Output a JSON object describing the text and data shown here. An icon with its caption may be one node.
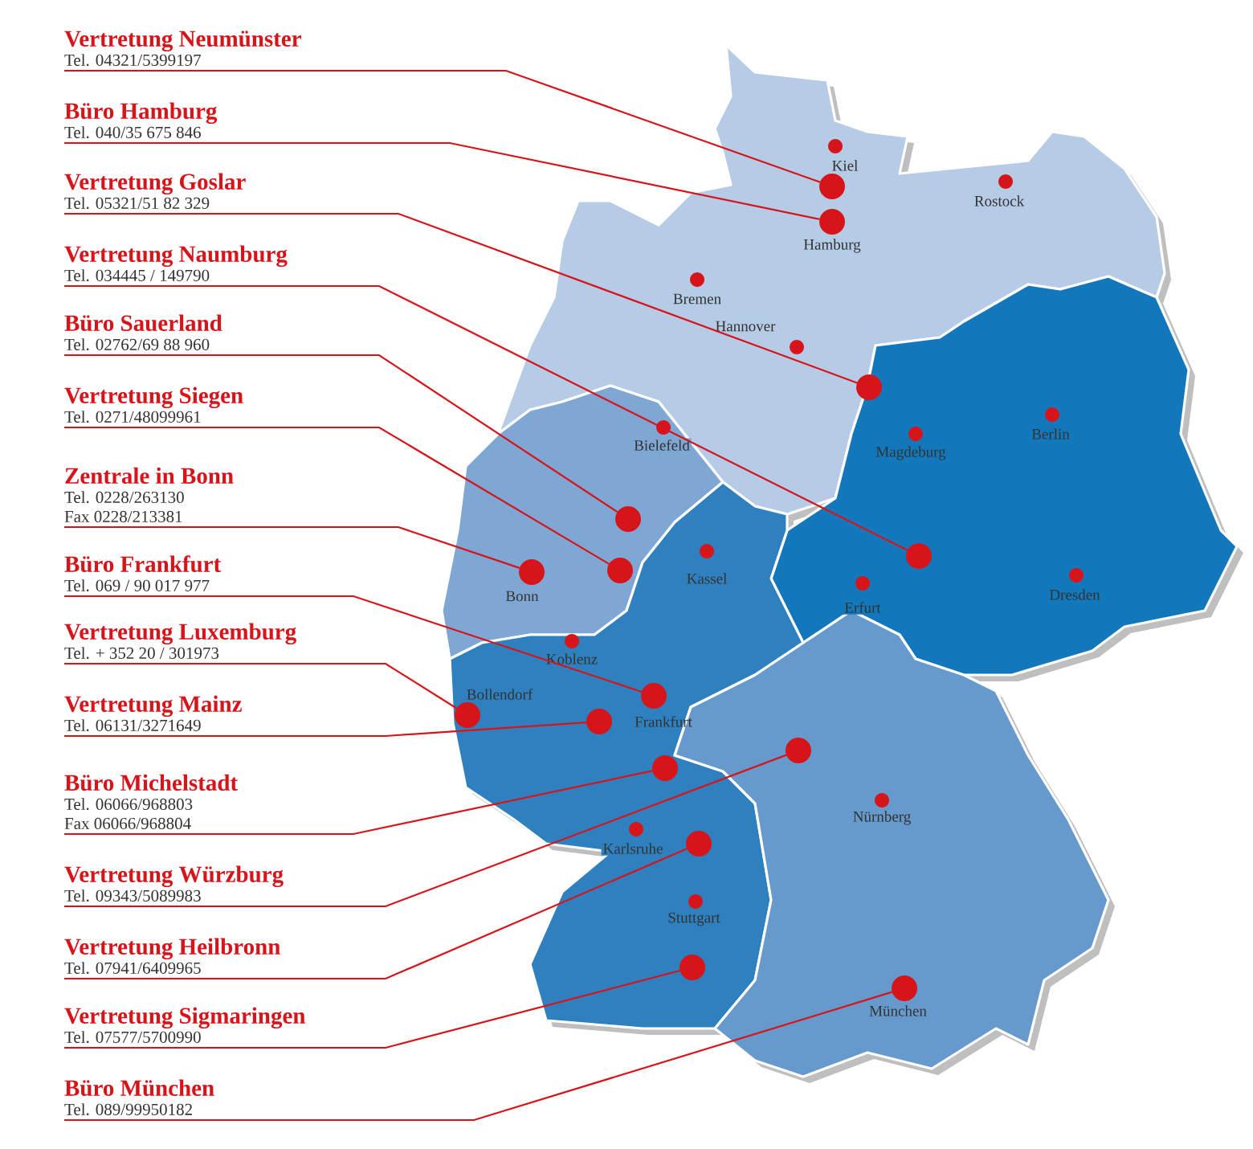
{
  "diagram": {
    "nodes": [
      {
        "text": [
          "Vertretung Neumünster",
          "Tel. 04321/5399197"
        ]
      },
      {
        "text": [
          "Büro Hamburg",
          "Tel. 040/35 675 846"
        ]
      },
      {
        "text": [
          "Vertretung Goslar",
          "Tel. 05321/51 82 329"
        ]
      },
      {
        "text": [
          "Vertretung Naumburg",
          "Tel. 034445 / 149790"
        ]
      },
      {
        "text": [
          "Büro Sauerland",
          "Tel. 02762/69 88 960"
        ]
      },
      {
        "text": [
          "Vertretung Siegen",
          "Tel. 0271/48099961"
        ]
      },
      {
        "text": [
          "Zentrale in Bonn",
          "Tel. 0228/263130",
          "Fax 0228/213381"
        ]
      },
      {
        "text": [
          "Büro Frankfurt",
          "Tel. 069 / 90 017 977"
        ]
      },
      {
        "text": [
          "Vertretung Luxemburg",
          "Tel. + 352 20 / 301973"
        ]
      },
      {
        "text": [
          "Vertretung Mainz",
          "Tel. 06131/3271649"
        ]
      },
      {
        "text": [
          "Büro Michelstadt",
          "Tel. 06066/968803",
          "Fax 06066/968804"
        ]
      },
      {
        "text": [
          "Vertretung Würzburg",
          "Tel. 09343/5089983"
        ]
      },
      {
        "text": [
          "Vertretung Heilbronn",
          "Tel. 07941/6409965"
        ]
      },
      {
        "text": [
          "Vertretung Sigmaringen",
          "Tel. 07577/5700990"
        ]
      },
      {
        "text": [
          "Büro München",
          "Tel. 089/99950182"
        ]
      },
      {
        "text": [],
        "shape": "circle"
      },
      {
        "text": [],
        "shape": "circle",
        "beside": [
          "Hamburg"
        ]
      },
      {
        "text": [],
        "shape": "circle"
      },
      {
        "text": [],
        "shape": "circle"
      },
      {
        "text": [],
        "shape": "circle"
      },
      {
        "text": [],
        "shape": "circle"
      },
      {
        "text": [],
        "shape": "circle",
        "beside": [
          "Bonn"
        ]
      },
      {
        "text": [],
        "shape": "circle",
        "beside": [
          "Frankfurt"
        ]
      },
      {
        "text": [],
        "shape": "circle",
        "beside": [
          "Bollendorf"
        ]
      },
      {
        "text": [],
        "shape": "circle"
      },
      {
        "text": [],
        "shape": "circle"
      },
      {
        "text": [],
        "shape": "circle"
      },
      {
        "text": [],
        "shape": "circle"
      },
      {
        "text": [],
        "shape": "circle"
      },
      {
        "text": [],
        "shape": "circle",
        "beside": [
          "München"
        ]
      }
    ],
    "edges": [
      {
        "from": 0,
        "to": 15,
        "arrow": "none"
      },
      {
        "from": 1,
        "to": 16,
        "arrow": "none"
      },
      {
        "from": 2,
        "to": 17,
        "arrow": "none"
      },
      {
        "from": 3,
        "to": 18,
        "arrow": "none"
      },
      {
        "from": 4,
        "to": 19,
        "arrow": "none"
      },
      {
        "from": 5,
        "to": 20,
        "arrow": "none"
      },
      {
        "from": 6,
        "to": 21,
        "arrow": "none"
      },
      {
        "from": 7,
        "to": 22,
        "arrow": "none"
      },
      {
        "from": 8,
        "to": 23,
        "arrow": "none"
      },
      {
        "from": 9,
        "to": 24,
        "arrow": "none"
      },
      {
        "from": 10,
        "to": 25,
        "arrow": "none"
      },
      {
        "from": 11,
        "to": 26,
        "arrow": "none"
      },
      {
        "from": 12,
        "to": 27,
        "arrow": "none"
      },
      {
        "from": 13,
        "to": 28,
        "arrow": "none"
      },
      {
        "from": 14,
        "to": 29,
        "arrow": "none"
      }
    ],
    "labels": [
      "Kiel",
      "Rostock",
      "Bremen",
      "Hannover",
      "Bielefeld",
      "Berlin",
      "Magdeburg",
      "Kassel",
      "Erfurt",
      "Dresden",
      "Koblenz",
      "Nürnberg",
      "Karlsruhe",
      "Stuttgart"
    ]
  }
}
